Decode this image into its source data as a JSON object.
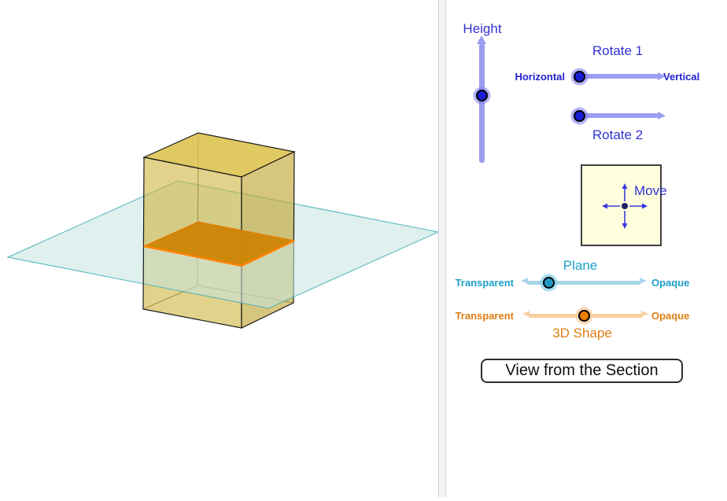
{
  "scene": {
    "shapes": [
      {
        "name": "rectangular-prism",
        "fill": "#d9bf4a",
        "edge": "#1a1a1a"
      },
      {
        "name": "cutting-plane",
        "fill": "#d7ecea",
        "edge": "#4fb5bc"
      },
      {
        "name": "cross-section",
        "fill": "#cd8506",
        "edge": "#ff8400"
      }
    ]
  },
  "controls": {
    "height": {
      "label": "Height",
      "value_percent": 44
    },
    "rotate1": {
      "label": "Rotate 1",
      "min_label": "Horizontal",
      "max_label": "Vertical",
      "value_percent": 0
    },
    "rotate2": {
      "label": "Rotate 2",
      "value_percent": 0
    },
    "move": {
      "label": "Move"
    },
    "plane": {
      "label": "Plane",
      "min_label": "Transparent",
      "max_label": "Opaque",
      "value_percent": 21
    },
    "shape3d": {
      "label": "3D Shape",
      "min_label": "Transparent",
      "max_label": "Opaque",
      "value_percent": 49
    },
    "view_button": {
      "label": "View from the Section"
    }
  },
  "colors": {
    "slider_blue_track": "#9c9cf0",
    "slider_blue_handle": "#1b1bd6",
    "slider_teal_track": "#a9d6e8",
    "slider_teal_handle": "#1e97c2",
    "slider_orange_track": "#f9d0a2",
    "slider_orange_handle": "#ef7d00",
    "label_blue": "#3232d0",
    "label_teal": "#1d9fc9",
    "label_orange": "#dd7e12",
    "move_pad_bg": "#ffffde"
  }
}
